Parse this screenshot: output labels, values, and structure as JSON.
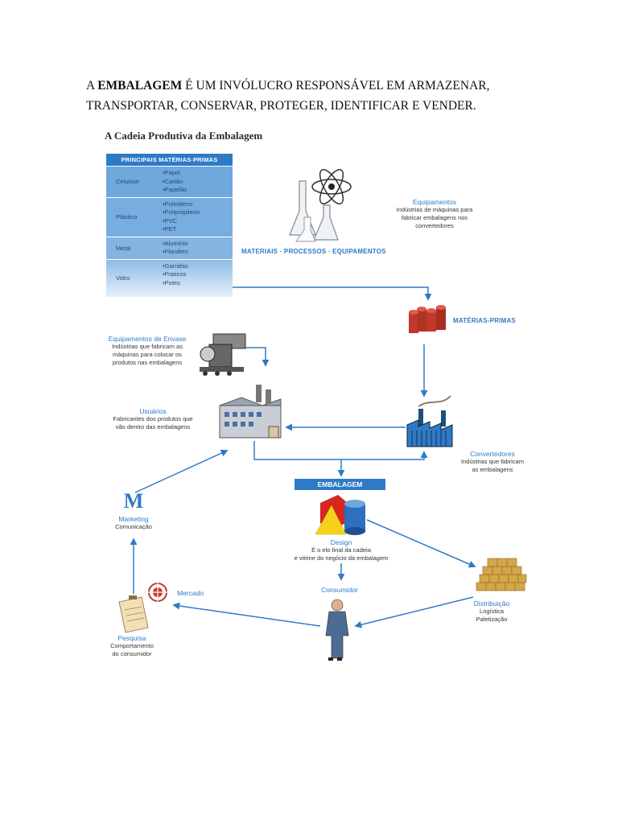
{
  "intro": {
    "prefix": "A ",
    "bold": "EMBALAGEM",
    "rest": " É UM INVÓLUCRO RESPONSÁVEL EM ARMAZENAR, TRANSPORTAR, CONSERVAR, PROTEGER, IDENTIFICAR E VENDER."
  },
  "diagram": {
    "title": "A Cadeia Produtiva da Embalagem",
    "materias_primas_table": {
      "header": "PRINCIPAIS MATÉRIAS-PRIMAS",
      "rows": [
        {
          "category": "Celulose",
          "items": [
            "Papel",
            "Cartão",
            "Papelão"
          ]
        },
        {
          "category": "Plástico",
          "items": [
            "Polietileno",
            "Polipropileno",
            "PVC",
            "PET"
          ]
        },
        {
          "category": "Metal",
          "items": [
            "Alumínio",
            "Flandres"
          ]
        },
        {
          "category": "Vidro",
          "items": [
            "Garrafas",
            "Frascos",
            "Potes"
          ]
        }
      ]
    },
    "equipamentos": {
      "title": "Equipamentos",
      "desc": [
        "Indústrias de máquinas para",
        "fabricar embalagens nos",
        "convertedores"
      ]
    },
    "materiais_banner": "MATERIAIS · PROCESSOS · EQUIPAMENTOS",
    "materias_primas_label": "MATÉRIAS-PRIMAS",
    "envase": {
      "title": "Equipamentos de Envase",
      "desc": [
        "Indústrias que fabricam as",
        "máquinas para colocar os",
        "produtos nas embalagens"
      ]
    },
    "usuarios": {
      "title": "Usuários",
      "desc": [
        "Fabricantes dos produtos que",
        "vão dentro das embalagens"
      ]
    },
    "convertedores": {
      "title": "Convertedores",
      "desc": [
        "Indústrias que fabricam",
        "as embalagens"
      ]
    },
    "embalagem": "EMBALAGEM",
    "marketing": {
      "logo": "M",
      "title": "Marketing",
      "desc": "Comunicação"
    },
    "design": {
      "title": "Design",
      "desc": [
        "É o elo final da cadeia",
        "e vitrine do negócio da embalagem"
      ]
    },
    "mercado": "Mercado",
    "consumidor": "Consumidor",
    "distribuicao": {
      "title": "Distribuição",
      "desc": [
        "Logística",
        "Paletização"
      ]
    },
    "pesquisa": {
      "title": "Pesquisa",
      "desc": [
        "Comportamento",
        "do consumidor"
      ]
    }
  },
  "colors": {
    "accent": "#2f7ac6",
    "table_bg": "#6fa8dc",
    "red": "#c0392b"
  }
}
